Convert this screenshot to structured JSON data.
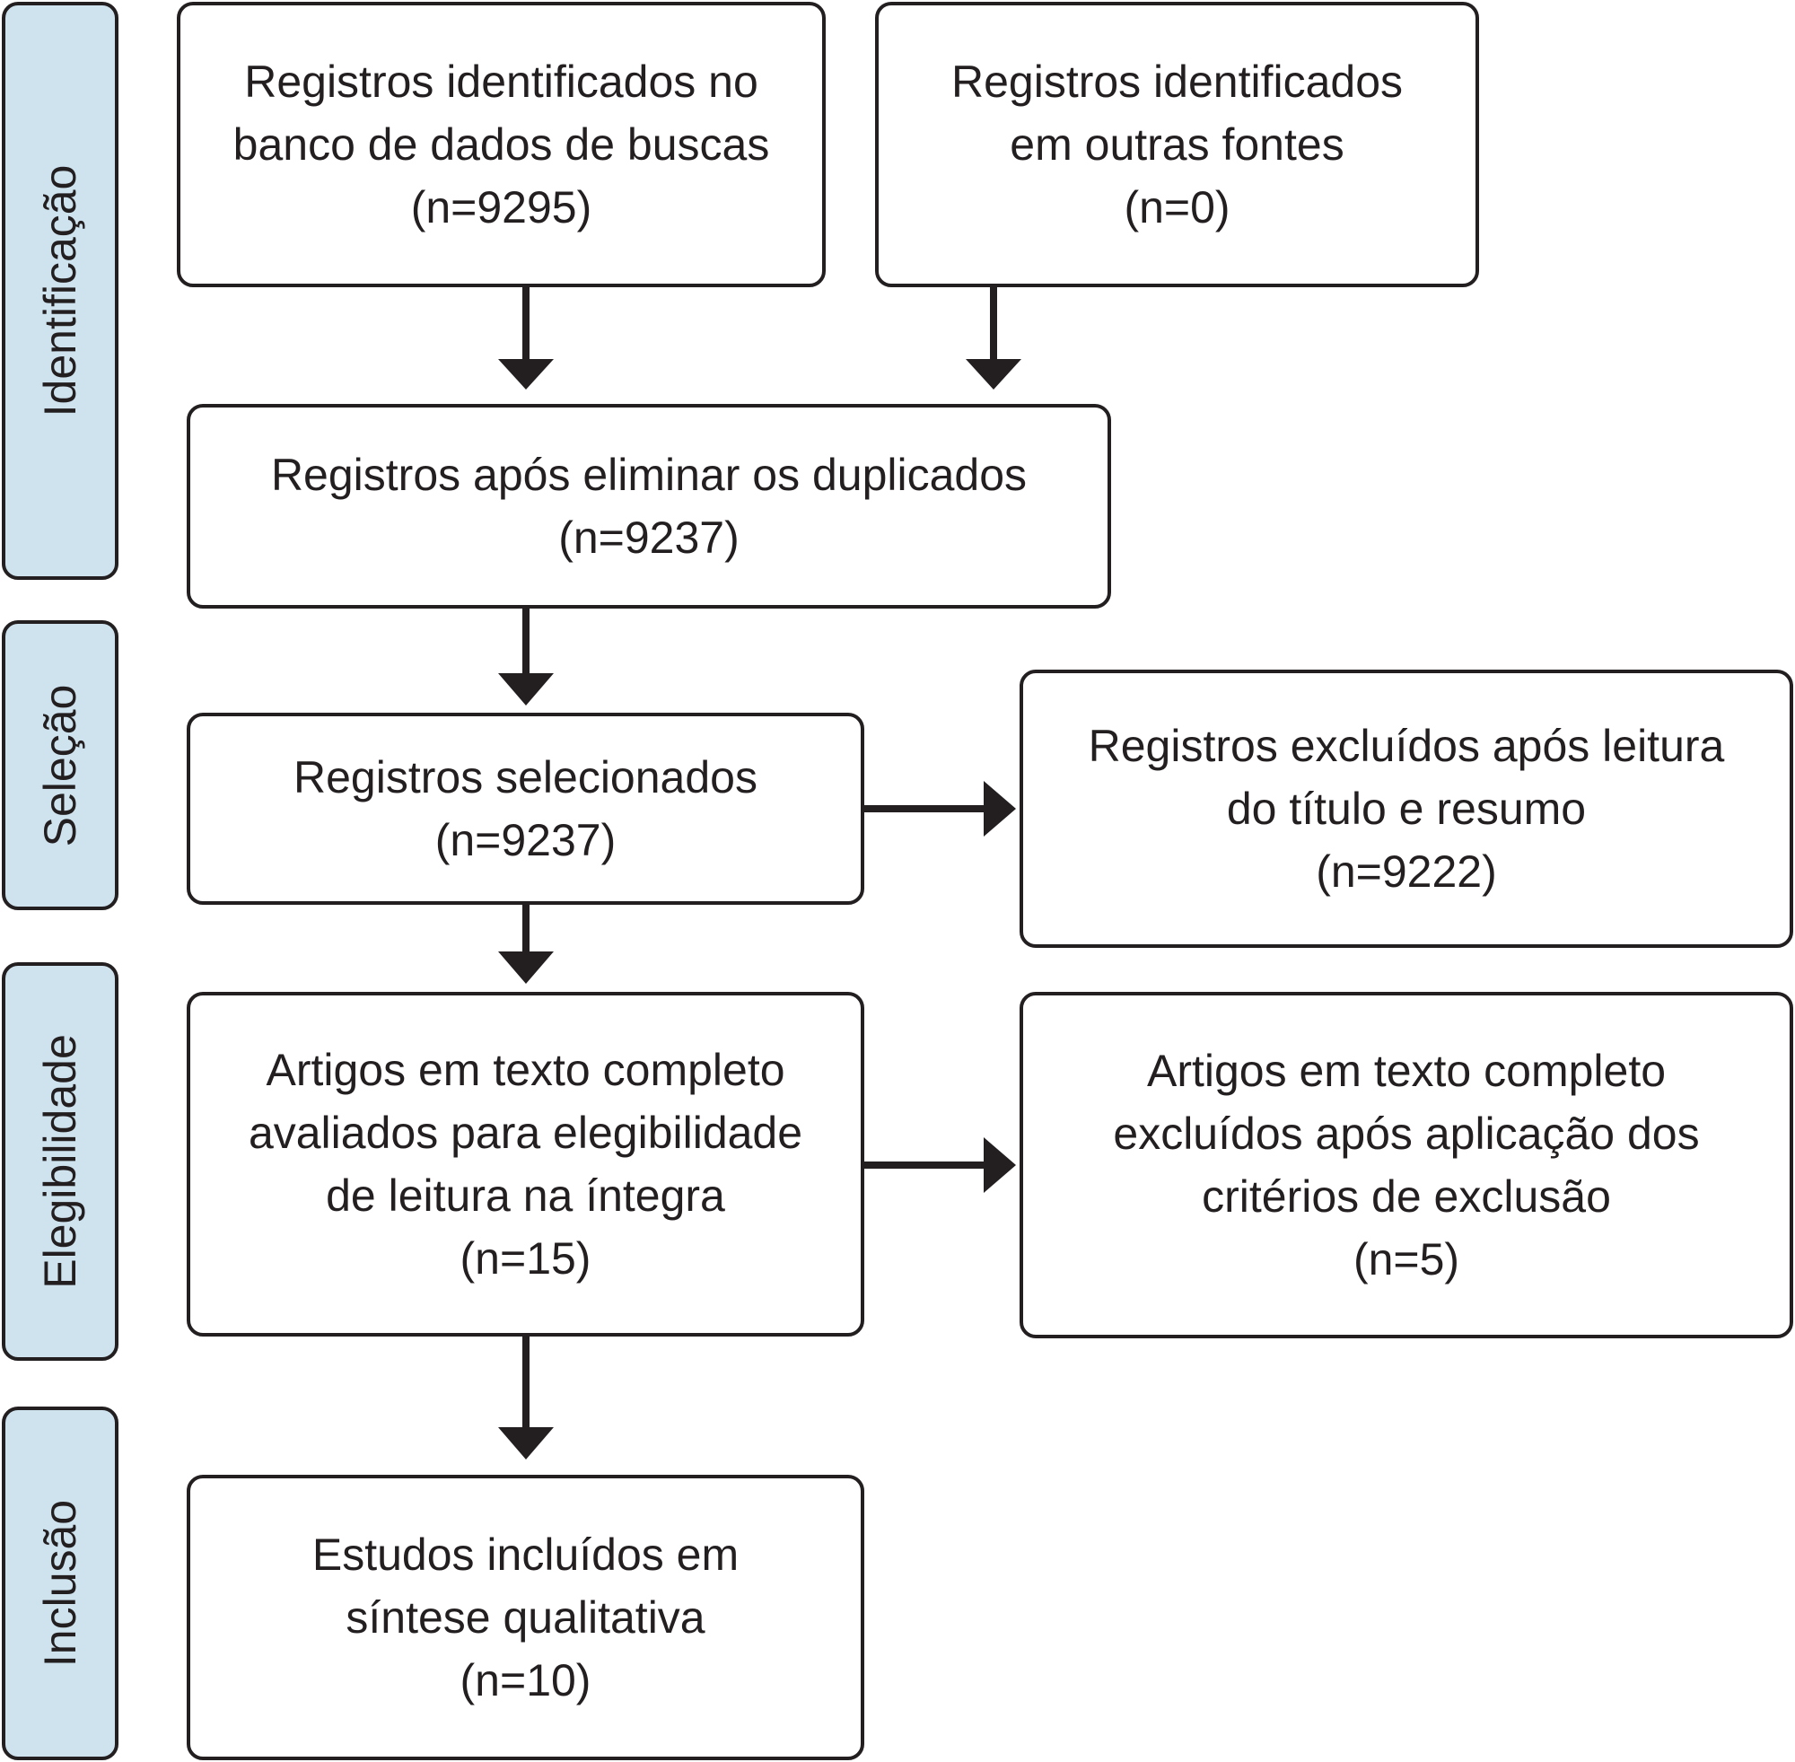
{
  "phases": {
    "identification": "Identificação",
    "selection": "Seleção",
    "eligibility": "Elegibilidade",
    "inclusion": "Inclusão"
  },
  "boxes": {
    "database_records": {
      "lines": [
        "Registros identificados no",
        "banco de dados de buscas"
      ],
      "count": "(n=9295)"
    },
    "other_sources": {
      "lines": [
        "Registros identificados",
        "em outras fontes"
      ],
      "count": "(n=0)"
    },
    "after_duplicates": {
      "lines": [
        "Registros após eliminar os duplicados"
      ],
      "count": "(n=9237)"
    },
    "screened": {
      "lines": [
        "Registros selecionados"
      ],
      "count": "(n=9237)"
    },
    "excluded_title_abstract": {
      "lines": [
        "Registros excluídos após leitura",
        "do título e resumo"
      ],
      "count": "(n=9222)"
    },
    "full_text_assessed": {
      "lines": [
        "Artigos em texto completo",
        "avaliados para elegibilidade",
        "de leitura na íntegra"
      ],
      "count": "(n=15)"
    },
    "full_text_excluded": {
      "lines": [
        "Artigos em texto completo",
        "excluídos após aplicação dos",
        "critérios de exclusão"
      ],
      "count": "(n=5)"
    },
    "included": {
      "lines": [
        "Estudos incluídos em",
        "síntese qualitativa"
      ],
      "count": "(n=10)"
    }
  },
  "colors": {
    "phase_fill": "#cfe3ef",
    "stroke": "#231f20",
    "box_fill": "#ffffff"
  }
}
